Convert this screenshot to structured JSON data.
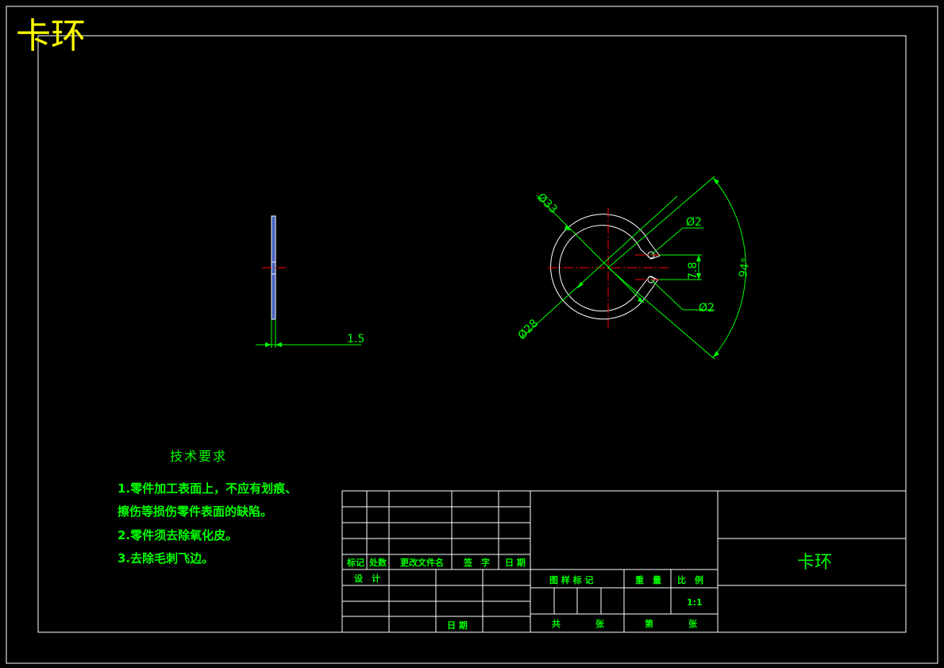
{
  "drawing": {
    "title": "卡环"
  },
  "technical_requirements": {
    "heading": "技术要求",
    "lines": [
      "1.零件加工表面上，不应有划痕、",
      "擦伤等损伤零件表面的缺陷。",
      "2.零件须去除氧化皮。",
      "3.去除毛刺飞边。"
    ]
  },
  "dimensions": {
    "thickness": "1.5",
    "outer_diameter": "Ø33",
    "inner_diameter": "Ø28",
    "hole_top": "Ø2",
    "hole_bottom": "Ø2",
    "hole_spacing": "7.8",
    "angle": "94°"
  },
  "title_block": {
    "part_name": "卡环",
    "mark": "标记",
    "count": "处数",
    "change_doc": "更改文件名",
    "signature": "签　字",
    "date": "日 期",
    "design": "设　计",
    "date2": "日 期",
    "drawing_mark": "图 样 标 记",
    "weight": "重　量",
    "scale_label": "比　例",
    "scale_value": "1:1",
    "total": "共",
    "sheets1": "张",
    "sheet_no": "第",
    "sheets2": "张"
  },
  "colors": {
    "background": "#000000",
    "frame": "#ffffff",
    "dimension": "#00ff00",
    "centerline": "#ff0000",
    "title": "#ffff00"
  }
}
